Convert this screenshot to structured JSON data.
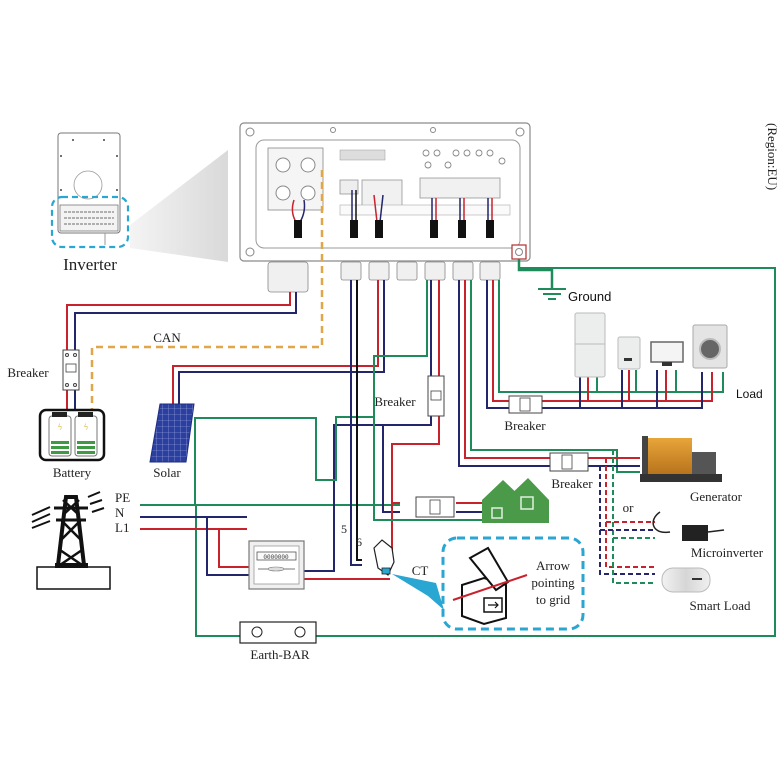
{
  "diagram": {
    "title": "Hybrid Inverter Wiring Diagram",
    "region_note": "(Region:EU)",
    "colors": {
      "live": "#c8232c",
      "neutral": "#23266b",
      "earth": "#1f8a5a",
      "can": "#e0a64a",
      "callout": "#2aa6d2",
      "house": "#4a9a4a",
      "solar": "#2b3f9e",
      "battery_fill": "#3e9a44"
    },
    "labels": {
      "inverter": "Inverter",
      "can": "CAN",
      "breaker_battery": "Breaker",
      "battery": "Battery",
      "solar": "Solar",
      "ground": "Ground",
      "load": "Load",
      "breaker_load": "Breaker",
      "breaker_grid": "Breaker",
      "breaker_generator": "Breaker",
      "generator": "Generator",
      "or": "or",
      "microinverter": "Microinverter",
      "smart_load": "Smart Load",
      "grid_pe": "PE",
      "grid_n": "N",
      "grid_l1": "L1",
      "earth_bar": "Earth-BAR",
      "ct": "CT",
      "ct_pin5": "5",
      "ct_pin6": "6",
      "ct_note_line1": "Arrow",
      "ct_note_line2": "pointing",
      "ct_note_line3": "to grid",
      "meter_display": "0000000"
    }
  }
}
